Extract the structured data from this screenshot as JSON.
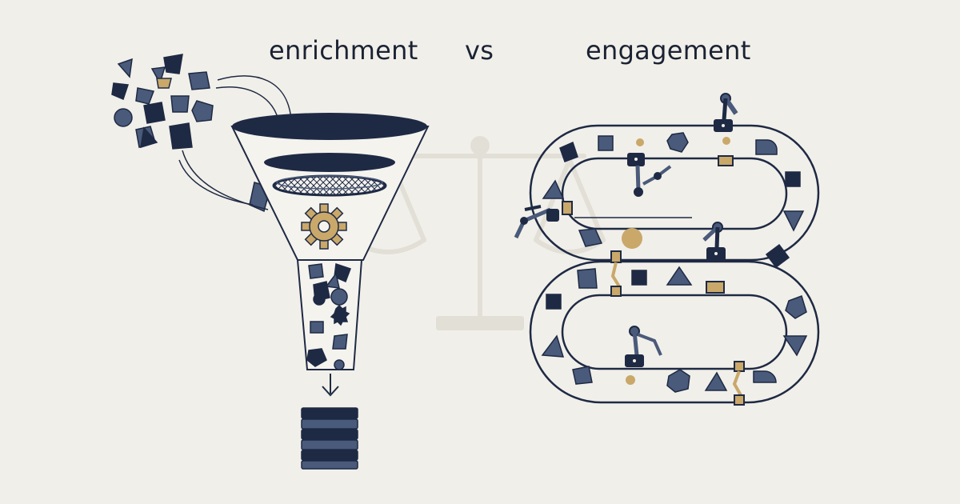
{
  "labels": {
    "left": "enrichment",
    "middle": "vs",
    "right": "engagement"
  },
  "colors": {
    "background": "#f1efe9",
    "ink": "#1a2233",
    "navy": "#1e2a44",
    "slate": "#4a5a7a",
    "gold": "#c9a86a",
    "scale_ghost": "#e2dfd7"
  },
  "icons": [
    "scrap-shapes",
    "curved-arrow",
    "funnel",
    "mesh-sieve",
    "gear-icon",
    "down-arrow-icon",
    "stacked-layers-icon",
    "conveyor-loop",
    "robot-arm-icon",
    "balance-scale"
  ]
}
